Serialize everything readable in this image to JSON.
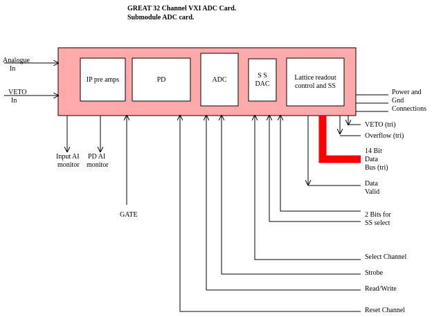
{
  "title": {
    "line1": "GREAT 32 Channel VXI ADC Card.",
    "line2": "Submodule ADC card."
  },
  "colors": {
    "card_fill": "#ffaaaa",
    "data_bus": "#ff0000",
    "line": "#000000"
  },
  "blocks": {
    "ip_pre_amps": "IP pre amps",
    "pd": "PD",
    "adc": "ADC",
    "ss_dac_line1": "S S",
    "ss_dac_line2": "DAC",
    "lattice_line1": "Lattice readout",
    "lattice_line2": "control and SS"
  },
  "inputs": {
    "analogue_line1": "Analogue",
    "analogue_line2": "In",
    "veto_line1": "VETO",
    "veto_line2": "In"
  },
  "bottom": {
    "input_ai_line1": "Input AI",
    "input_ai_line2": "monitor",
    "pd_ai_line1": "PD AI",
    "pd_ai_line2": "monitor",
    "gate": "GATE"
  },
  "right": {
    "power_line1": "Power and",
    "power_line2": "Gnd",
    "power_line3": "Connections",
    "veto_tri": "VETO (tri)",
    "overflow_tri": "Overflow (tri)",
    "bus_line1": "14 Bit",
    "bus_line2": "Data",
    "bus_line3": "Bus (tri)",
    "data_valid_line1": "Data",
    "data_valid_line2": "Valid",
    "ss_select_line1": "2 Bits for",
    "ss_select_line2": "SS  select",
    "select_channel": "Select Channel",
    "strobe": "Strobe",
    "read_write": "Read/Write",
    "reset_channel": "Reset Channel"
  }
}
